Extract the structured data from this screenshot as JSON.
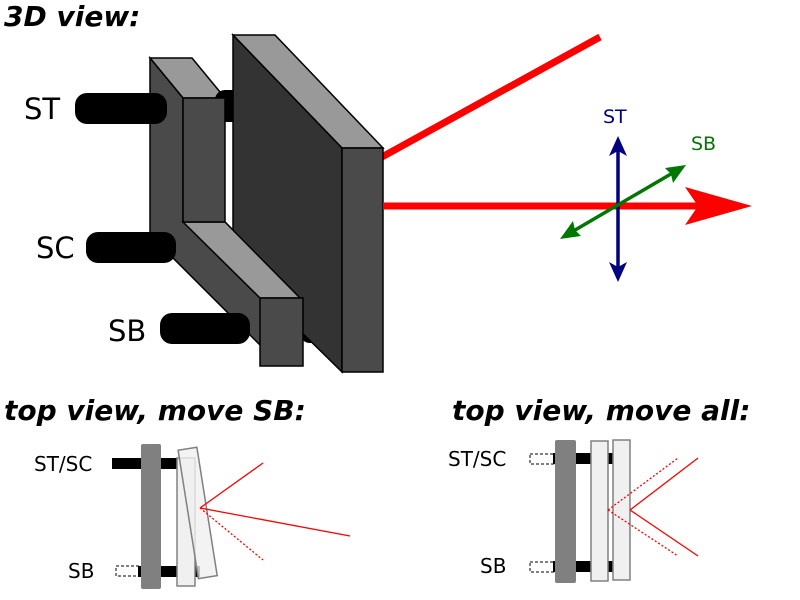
{
  "headings": {
    "view_3d": "3D view:",
    "top_move_sb": "top view, move SB:",
    "top_move_all": "top view, move all:"
  },
  "screws_3d": {
    "st": "ST",
    "sc": "SC",
    "sb": "SB"
  },
  "axes": {
    "st": {
      "label": "ST",
      "color": "#000080"
    },
    "sb": {
      "label": "SB",
      "color": "#007700"
    }
  },
  "top_views": {
    "move_sb": {
      "upper": "ST/SC",
      "lower": "SB"
    },
    "move_all": {
      "upper": "ST/SC",
      "lower": "SB"
    }
  },
  "colors": {
    "beam": "#ff0000",
    "mount_front": "#4a4a4a",
    "mount_top": "#999999",
    "mirror_front": "#333333",
    "screw": "#000000"
  }
}
